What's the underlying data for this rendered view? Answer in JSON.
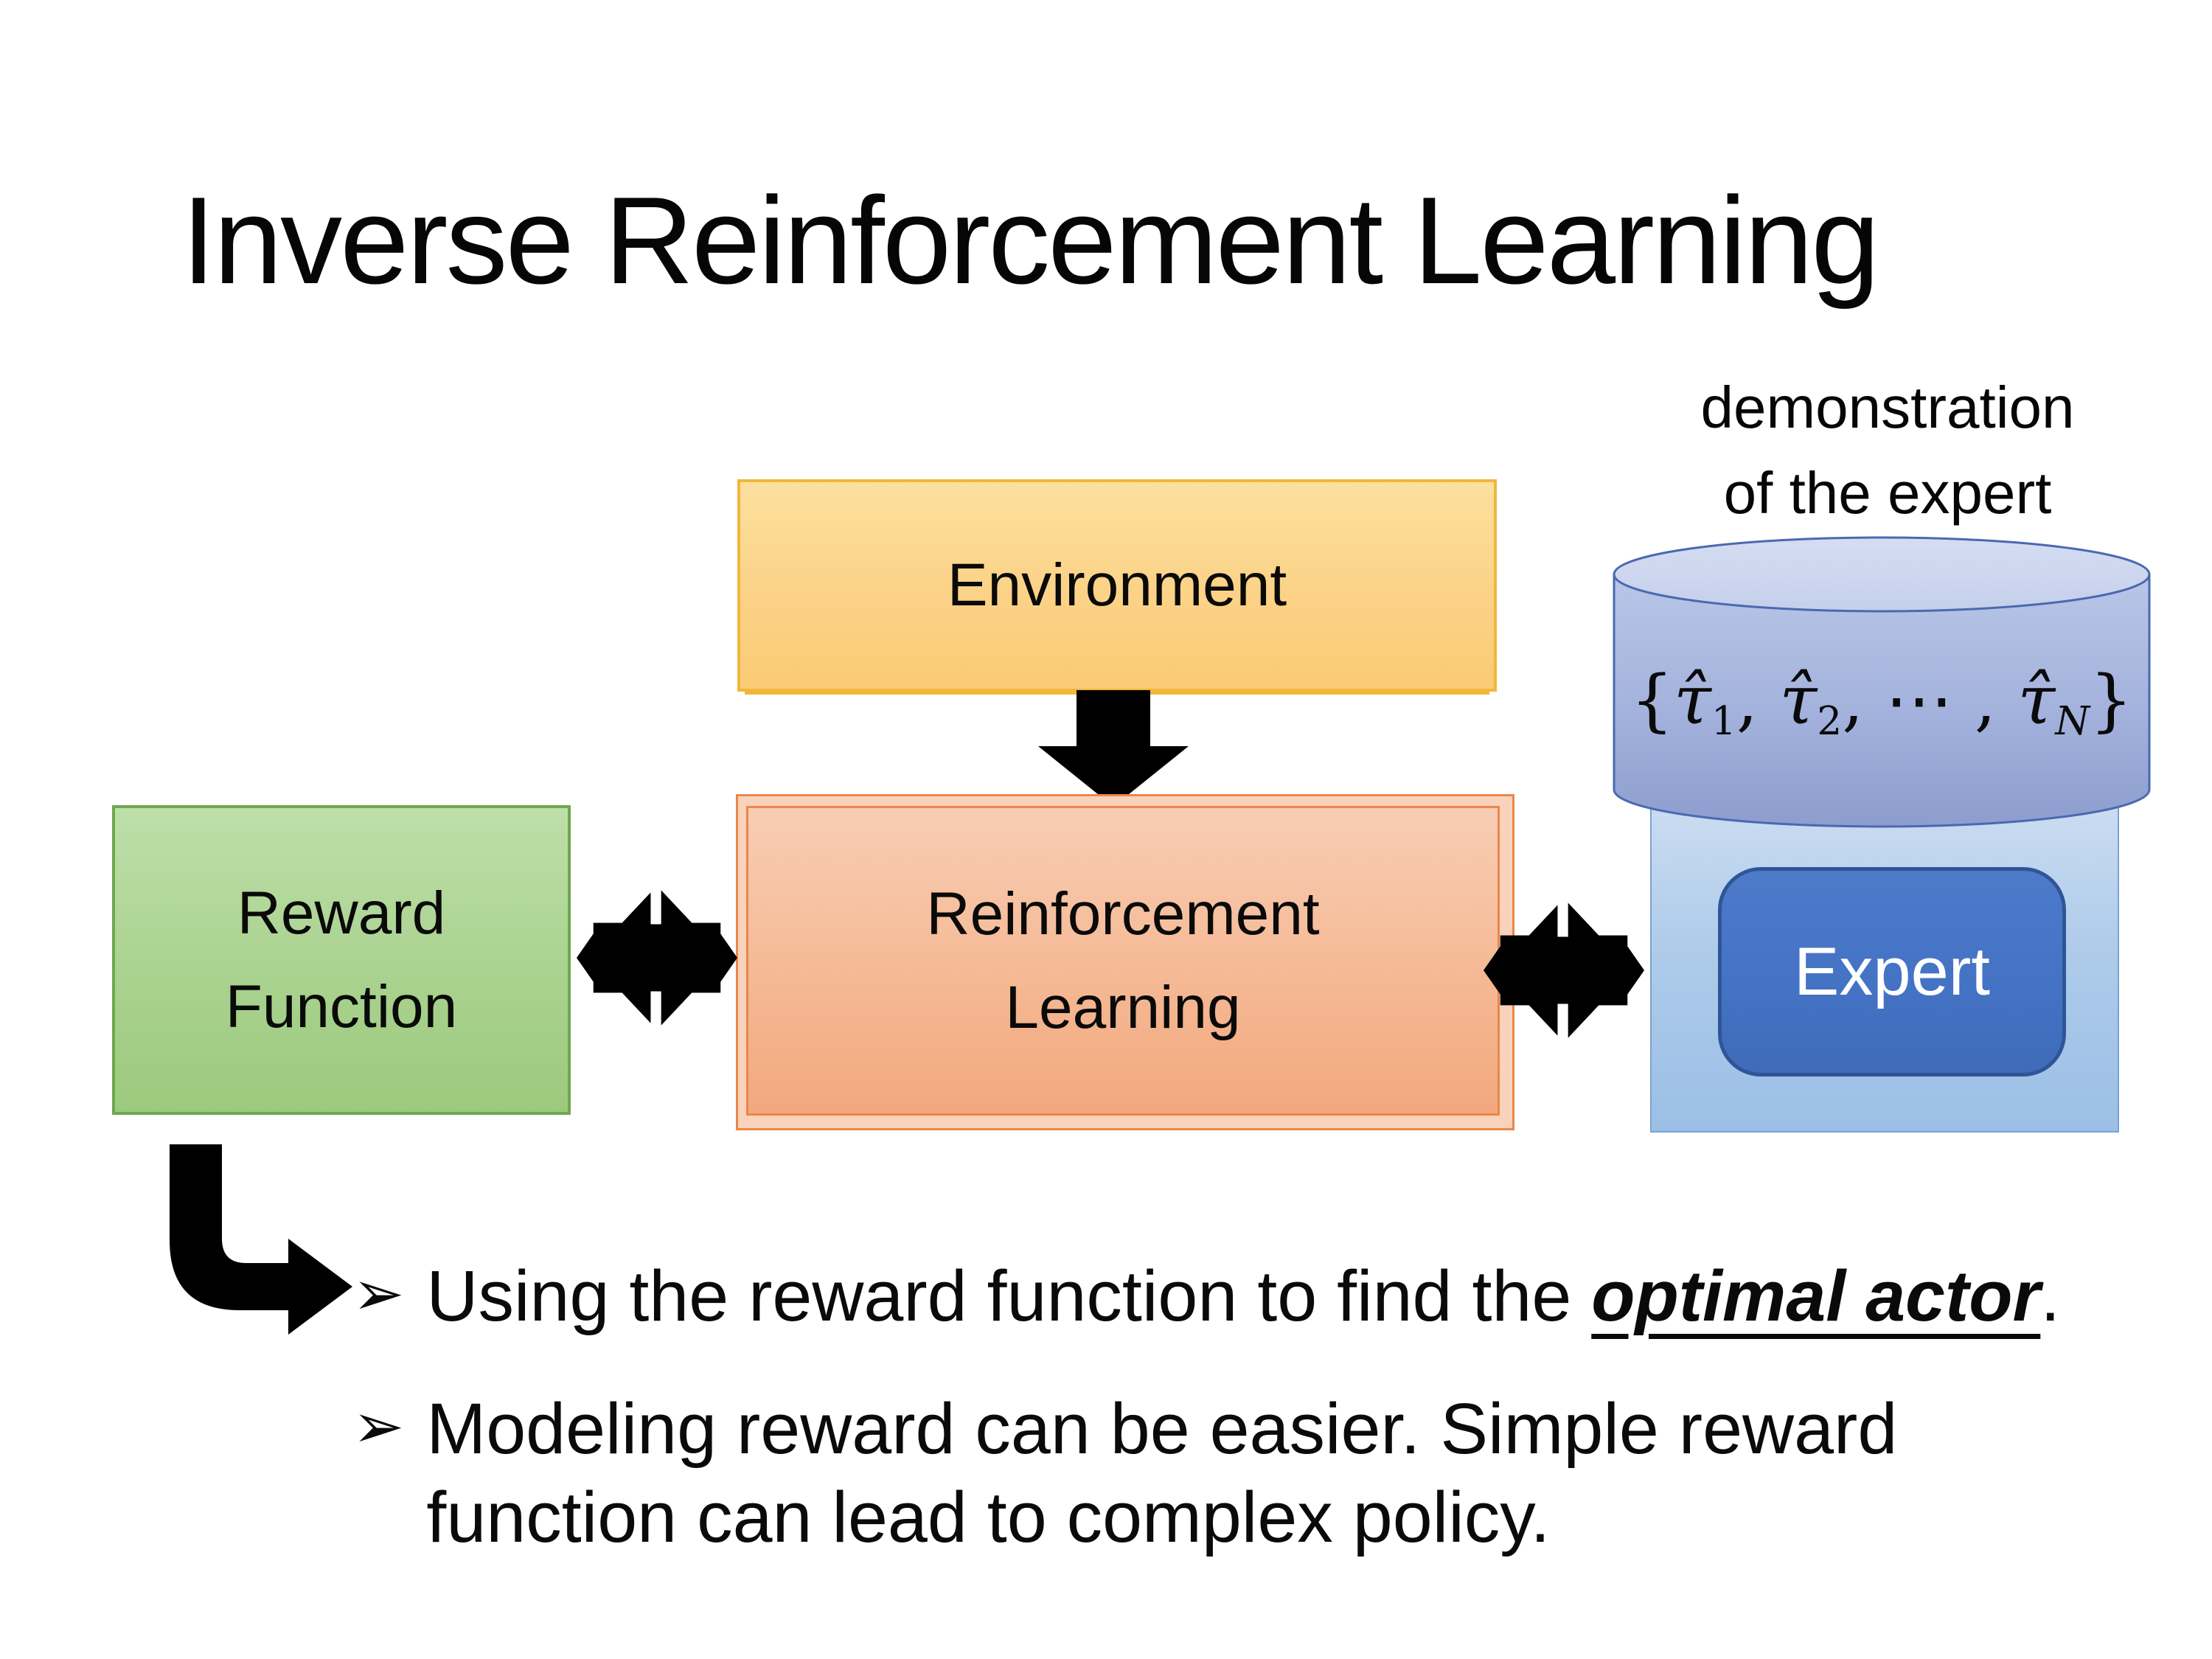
{
  "title": "Inverse Reinforcement Learning",
  "annotation": {
    "line1": "demonstration",
    "line2": "of the expert"
  },
  "environment_box": {
    "label": "Environment"
  },
  "reward_box": {
    "line1": "Reward",
    "line2": "Function"
  },
  "rl_box": {
    "line1": "Reinforcement",
    "line2": "Learning"
  },
  "expert_button": {
    "label": "Expert"
  },
  "bullet_marker": "➢",
  "rich": {
    "math": [
      {
        "t": "{",
        "c": "mo"
      },
      {
        "t": "τ̂",
        "c": "mi"
      },
      {
        "t": "1",
        "c": "sub"
      },
      {
        "t": ", ",
        "c": "mo"
      },
      {
        "t": "τ̂",
        "c": "mi"
      },
      {
        "t": "2",
        "c": "sub"
      },
      {
        "t": ", ",
        "c": "mo"
      },
      {
        "t": "⋯",
        "c": "mo"
      },
      {
        "t": " , ",
        "c": "mo"
      },
      {
        "t": "τ̂",
        "c": "mi"
      },
      {
        "t": "N",
        "c": "subi"
      },
      {
        "t": "}",
        "c": "mo"
      }
    ],
    "bullet1": [
      {
        "t": "Using the reward function to find the ",
        "c": "plain"
      },
      {
        "t": "optimal actor",
        "c": "emph"
      },
      {
        "t": ".",
        "c": "plain"
      }
    ],
    "bullet2_line1": [
      {
        "t": "Modeling reward can be easier. Simple reward",
        "c": "plain"
      }
    ],
    "bullet2_line2": [
      {
        "t": "function can lead to complex policy.",
        "c": "plain"
      }
    ]
  },
  "colors": {
    "environment_fill_top": "#FCE09E",
    "environment_fill_bottom": "#FACB74",
    "environment_border": "#F0B73D",
    "reward_fill_top": "#BEDFA9",
    "reward_fill_bottom": "#9CCA7D",
    "reward_border": "#6FA84E",
    "rl_fill_top": "#F8CDB4",
    "rl_fill_bottom": "#F2A87E",
    "rl_border": "#E8874C",
    "expert_panel_fill_top": "#CADCF1",
    "expert_panel_fill_bottom": "#9BBFE6",
    "expert_panel_border": "#7BA2D4",
    "expert_button_fill": "#4472C4",
    "expert_button_border": "#2F5597",
    "cylinder_top_fill": "#CDD6EE",
    "cylinder_body_top": "#B6C3E6",
    "cylinder_body_bottom": "#8C9DCE",
    "cylinder_border": "#4A69B0",
    "arrow_color": "#000000",
    "text_color": "#000000",
    "background": "#FFFFFF"
  }
}
